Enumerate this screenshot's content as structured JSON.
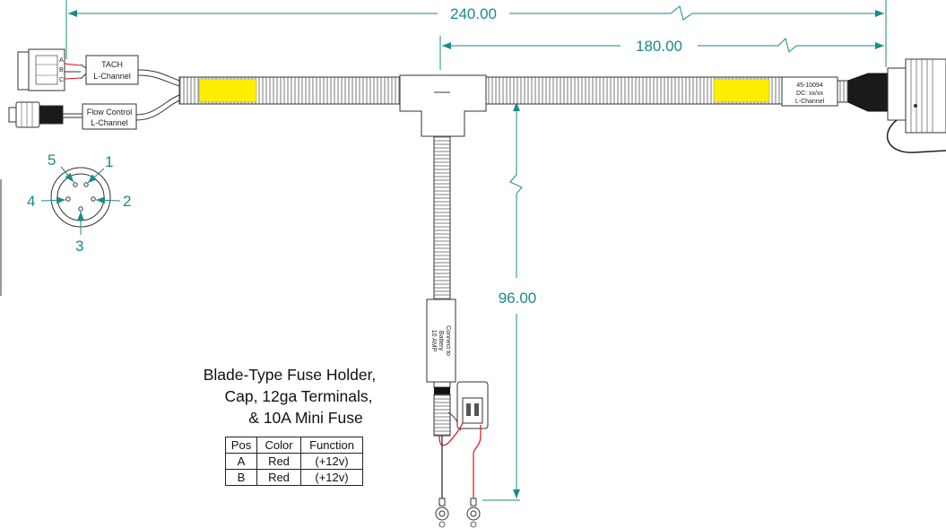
{
  "dimensions": {
    "overall_length": "240.00",
    "branch_length": "180.00",
    "drop_length": "96.00"
  },
  "labels": {
    "tach": [
      "TACH",
      "L-Channel"
    ],
    "flow_control": [
      "Flow Control",
      "L-Channel"
    ],
    "part_tag": [
      "45-10094",
      "DC: xx/xx",
      "L-Channel"
    ],
    "fuse_tag": [
      "Connect to",
      "Battery",
      "10 AMP"
    ]
  },
  "pinout": {
    "pins": [
      "1",
      "2",
      "3",
      "4",
      "5"
    ]
  },
  "fuse_note": {
    "lines": [
      "Blade-Type Fuse Holder,",
      "Cap, 12ga  Terminals,",
      "& 10A Mini Fuse"
    ]
  },
  "pin_table": {
    "headers": [
      "Pos",
      "Color",
      "Function"
    ],
    "rows": [
      [
        "A",
        "Red",
        "(+12v)"
      ],
      [
        "B",
        "Red",
        "(+12v)"
      ]
    ]
  },
  "colors": {
    "dimension": "#1a8a8a",
    "sleeve_highlight": "#ffee00",
    "wire_red": "#e01010",
    "connector_dark": "#1a1a1a"
  }
}
